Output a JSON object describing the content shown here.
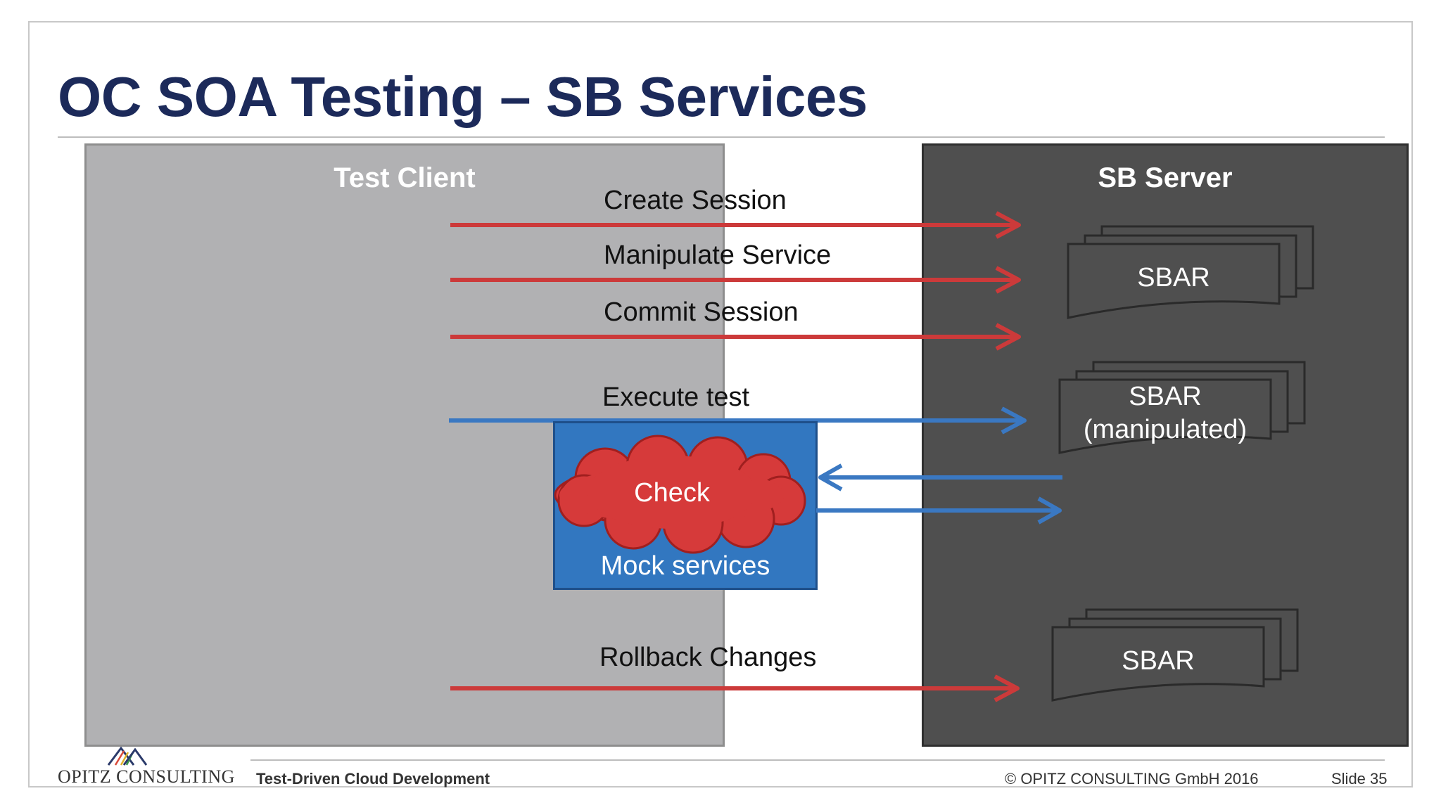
{
  "slide": {
    "title": "OC SOA Testing – SB Services"
  },
  "diagram": {
    "client_label": "Test Client",
    "server_label": "SB Server",
    "steps": [
      {
        "label": "Create Session",
        "color": "#cc3a3a"
      },
      {
        "label": "Manipulate Service",
        "color": "#cc3a3a"
      },
      {
        "label": "Commit Session",
        "color": "#cc3a3a"
      },
      {
        "label": "Execute test",
        "color": "#3a78c2"
      },
      {
        "label": "Rollback Changes",
        "color": "#cc3a3a"
      }
    ],
    "mock": {
      "label": "Mock services",
      "check_label": "Check"
    },
    "artifacts": [
      {
        "label": "SBAR"
      },
      {
        "label_line1": "SBAR",
        "label_line2": "(manipulated)"
      },
      {
        "label": "SBAR"
      }
    ]
  },
  "footer": {
    "company": "OPITZ CONSULTING",
    "subtitle": "Test-Driven Cloud Development",
    "copyright": "© OPITZ CONSULTING GmbH 2016",
    "slide_number": "Slide 35"
  },
  "colors": {
    "title": "#1c2a5a",
    "client_bg": "#b1b1b3",
    "server_bg": "#4f4f4f",
    "mock_bg": "#3277c0",
    "cloud": "#d63a3a",
    "arrow_red": "#cc3a3a",
    "arrow_blue": "#3a78c2"
  }
}
